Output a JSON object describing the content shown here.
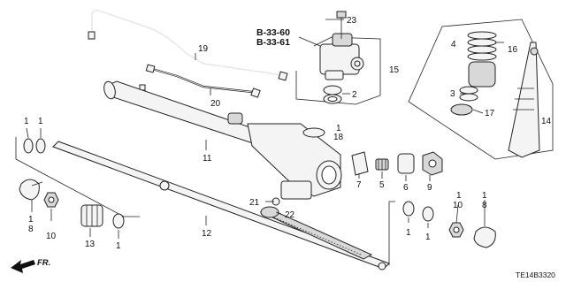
{
  "diagram": {
    "refs": [
      "B-33-60",
      "B-33-61"
    ],
    "part_code": "TE14B3320",
    "direction_label": "FR.",
    "callouts": {
      "c23": "23",
      "c19": "19",
      "c15": "15",
      "c2": "2",
      "c20": "20",
      "c4": "4",
      "c16": "16",
      "c3": "3",
      "c17": "17",
      "c14": "14",
      "c1_tl1": "1",
      "c1_tl2": "1",
      "c18": "18",
      "c11": "11",
      "c7": "7",
      "c5": "5",
      "c6": "6",
      "c9": "9",
      "c21": "21",
      "c22": "22",
      "c12": "12",
      "c8_l": "8",
      "c10_l": "10",
      "c13": "13",
      "c1_l1": "1",
      "c1_l2": "1",
      "c1_l3": "1",
      "c1_r1": "1",
      "c1_r2": "1",
      "c10_r": "10",
      "c1_r3": "1",
      "c8_r": "8",
      "c1_r4": "1"
    }
  }
}
